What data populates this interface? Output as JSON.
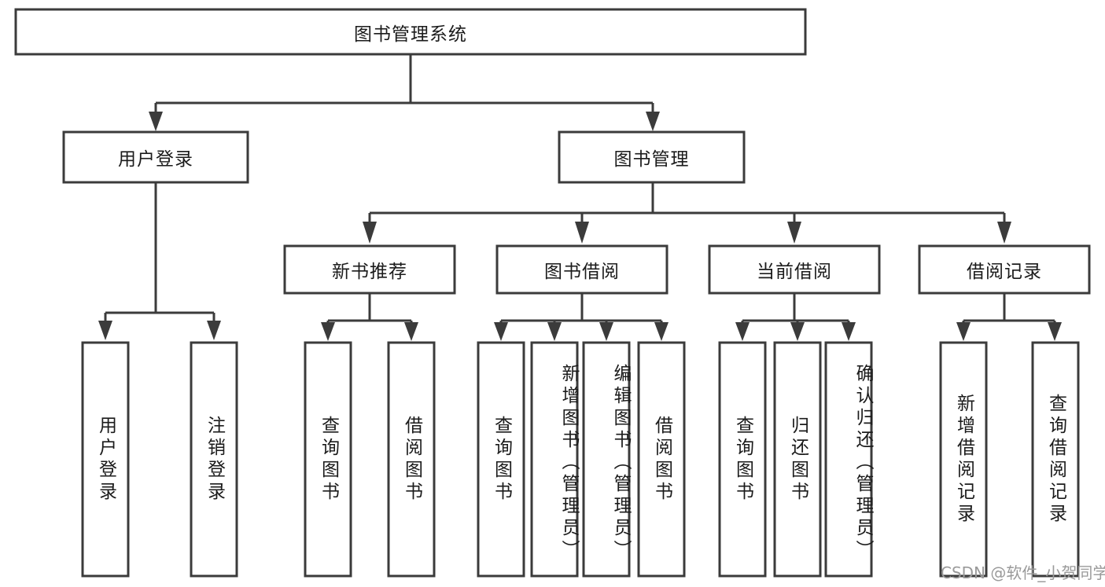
{
  "diagram": {
    "type": "tree-hierarchy",
    "title": "图书管理系统",
    "watermark": "CSDN @软件_小贺同学",
    "colors": {
      "stroke": "#3b3b3b",
      "fill": "#ffffff",
      "text": "#1b1b1b",
      "watermark": "#9a9a9a",
      "background": "#ffffff"
    },
    "levels": {
      "root": {
        "label": "图书管理系统"
      },
      "tier2": [
        {
          "label": "用户登录"
        },
        {
          "label": "图书管理"
        }
      ],
      "tier3": [
        {
          "label": "新书推荐"
        },
        {
          "label": "图书借阅"
        },
        {
          "label": "当前借阅"
        },
        {
          "label": "借阅记录"
        }
      ],
      "leaves": {
        "user_login": [
          {
            "label": "用户登录"
          },
          {
            "label": "注销登录"
          }
        ],
        "new_book_recommend": [
          {
            "label": "查询图书"
          },
          {
            "label": "借阅图书"
          }
        ],
        "book_borrow": [
          {
            "label": "查询图书"
          },
          {
            "label": "新增图书（管理员）"
          },
          {
            "label": "编辑图书（管理员）"
          },
          {
            "label": "借阅图书"
          }
        ],
        "current_borrow": [
          {
            "label": "查询图书"
          },
          {
            "label": "归还图书"
          },
          {
            "label": "确认归还（管理员）"
          }
        ],
        "borrow_record": [
          {
            "label": "新增借阅记录"
          },
          {
            "label": "查询借阅记录"
          }
        ]
      }
    }
  }
}
